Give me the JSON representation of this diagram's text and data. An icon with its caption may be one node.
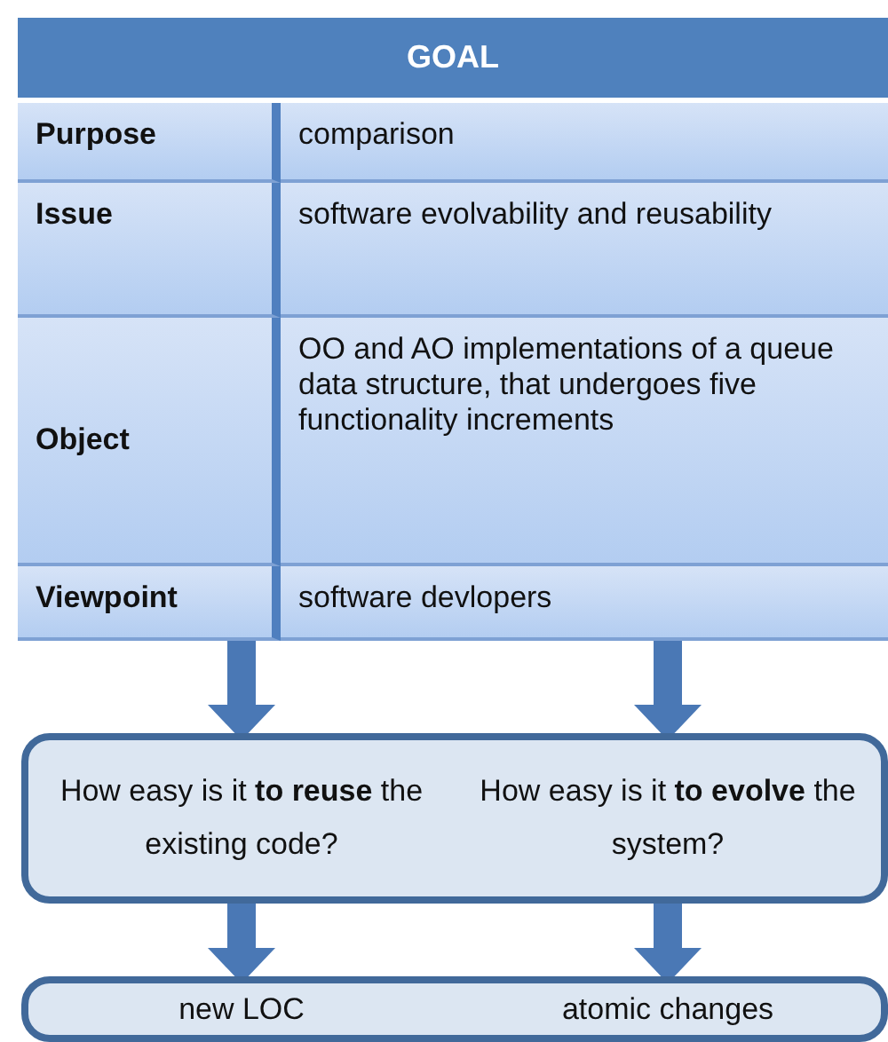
{
  "diagram": {
    "nodes": [
      {
        "text": [
          "GOAL"
        ]
      },
      {
        "text": [],
        "shape": "box"
      },
      {
        "text": [
          "How easy is it **to reuse** the existing code?"
        ],
        "in": 1
      },
      {
        "text": [
          "How easy is it **to evolve** the system?"
        ],
        "in": 1
      },
      {
        "text": [],
        "shape": "box"
      },
      {
        "text": [
          "new LOC"
        ],
        "in": 4
      },
      {
        "text": [
          "atomic changes"
        ],
        "in": 4
      }
    ],
    "edges": [
      {
        "from": 0,
        "to": 2,
        "arrow": "to"
      },
      {
        "from": 0,
        "to": 3,
        "arrow": "to"
      },
      {
        "from": 2,
        "to": 5,
        "arrow": "to"
      },
      {
        "from": 3,
        "to": 6,
        "arrow": "to"
      }
    ],
    "labels": [
      "Purpose",
      "comparison",
      "Issue",
      "software evolvability and reusability",
      "Object",
      "OO and AO implementations of a queue data structure, that undergoes five functionality increments",
      "Viewpoint",
      "software devlopers"
    ]
  }
}
